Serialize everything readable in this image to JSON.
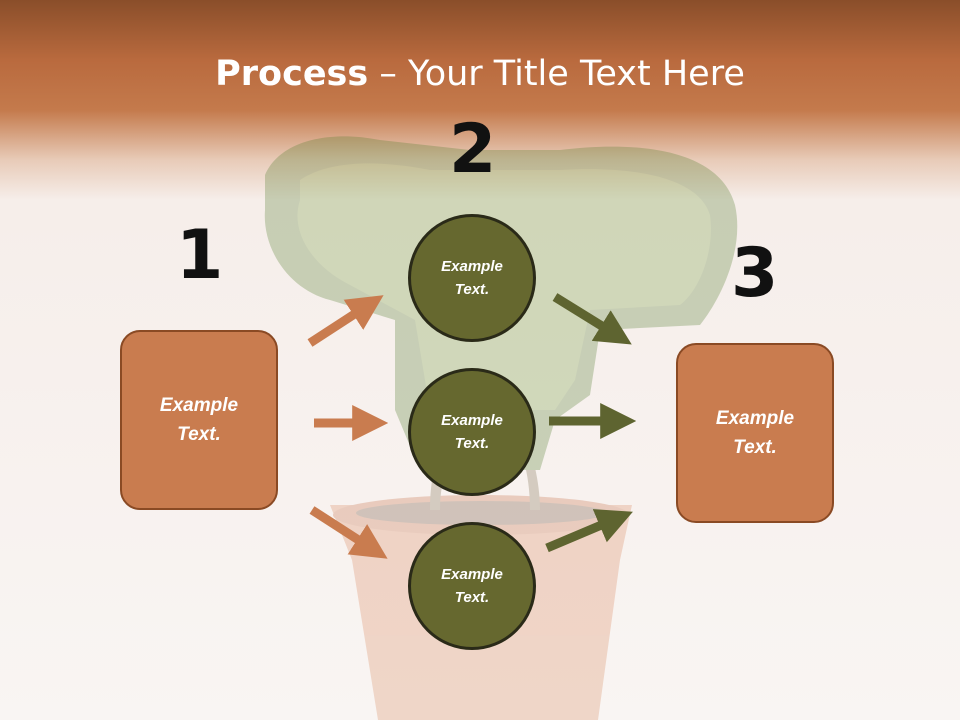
{
  "slide": {
    "title_bold": "Process",
    "title_rest": " – Your Title Text Here"
  },
  "steps": [
    {
      "number": "1",
      "box_text": "Example Text."
    },
    {
      "number": "2"
    },
    {
      "number": "3",
      "box_text": "Example Text."
    }
  ],
  "circles": [
    {
      "text": "Example Text."
    },
    {
      "text": "Example Text."
    },
    {
      "text": "Example Text."
    }
  ],
  "colors": {
    "header": "#b96a3e",
    "box_fill": "#c97c4f",
    "circle_fill": "#66682f",
    "arrow_left": "#c97c4f",
    "arrow_right": "#5e6430"
  }
}
